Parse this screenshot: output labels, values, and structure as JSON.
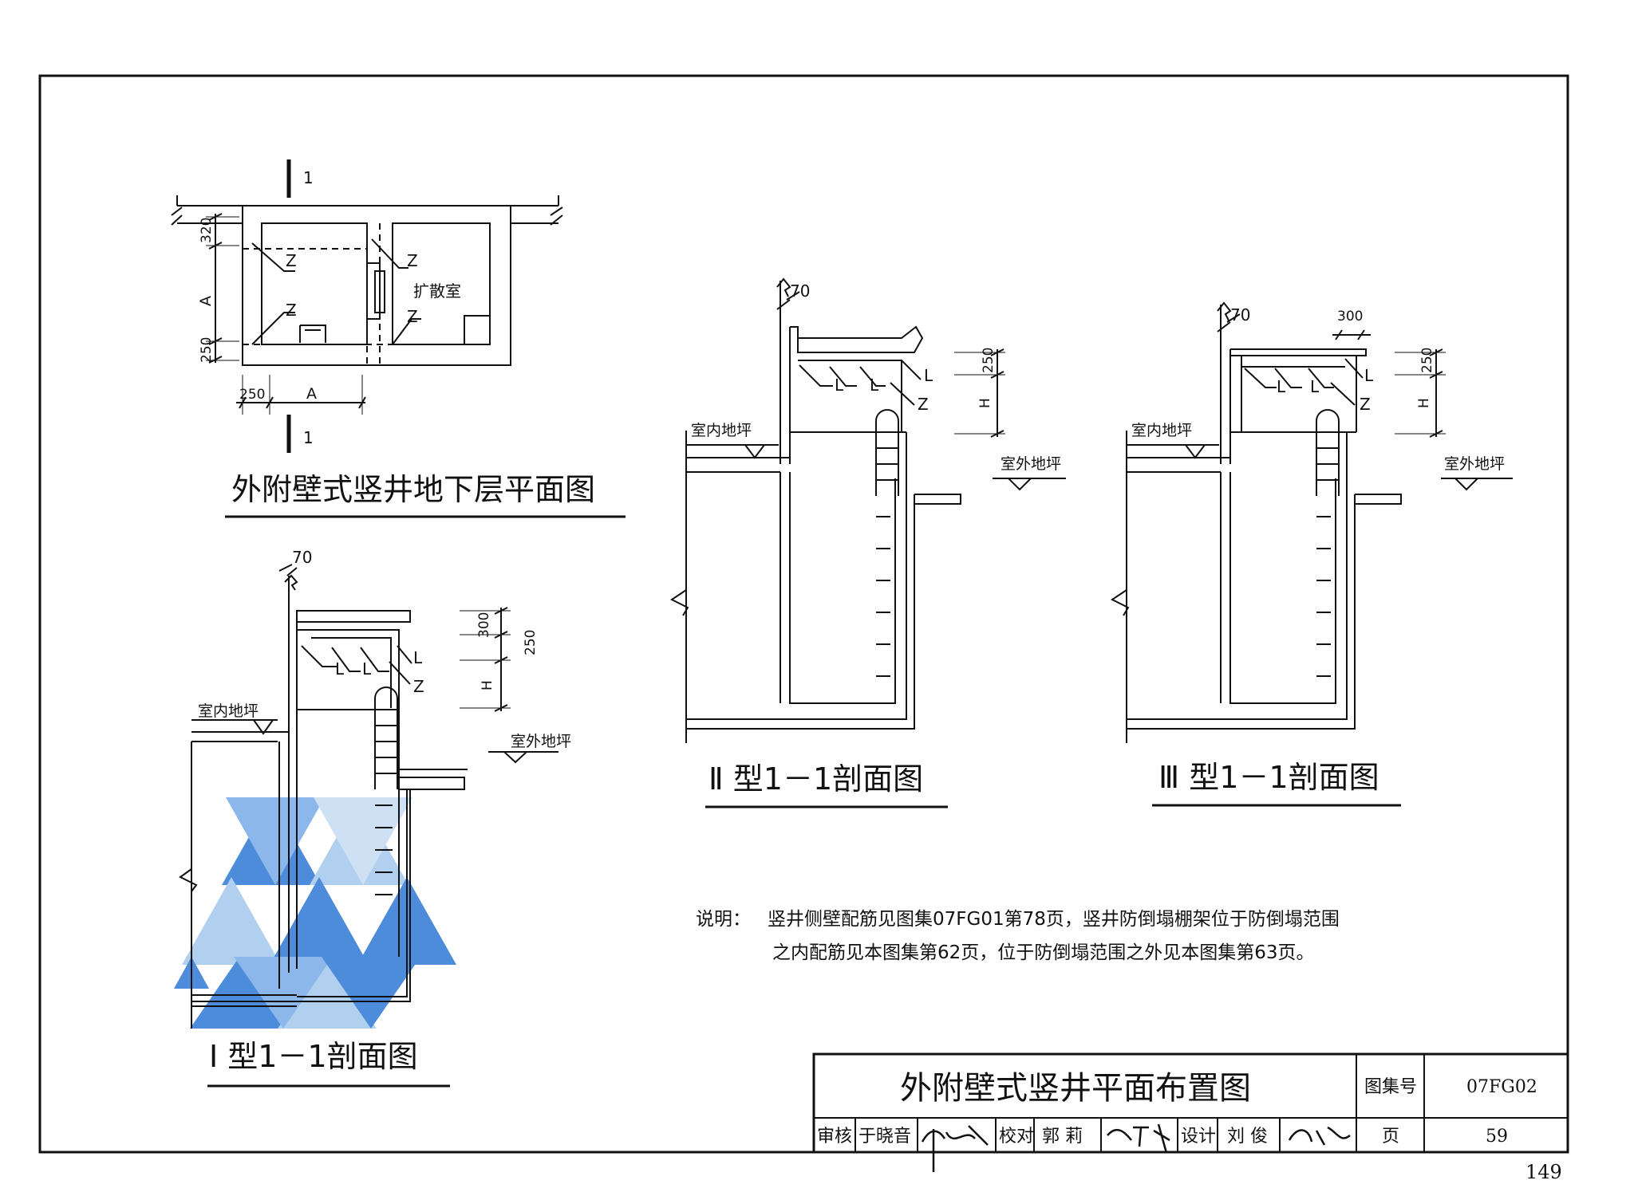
{
  "drawing": {
    "title": "外附壁式竖井平面布置图",
    "atlas_label": "图集号",
    "atlas_number": "07FG02",
    "page_label": "页",
    "page_number": "59",
    "sheet_number": "149",
    "review_label": "审核",
    "reviewer": "于晓音",
    "check_label": "校对",
    "checker": "郭 莉",
    "design_label": "设计",
    "designer": "刘 俊"
  },
  "views": {
    "plan": {
      "caption": "外附壁式竖井地下层平面图",
      "section_mark": "1",
      "room_label": "扩散室",
      "dims": {
        "d320": "320",
        "dA": "A",
        "d250": "250"
      },
      "rebar_z": "Z"
    },
    "type1": {
      "caption": "Ⅰ 型1－1剖面图"
    },
    "type2": {
      "caption": "Ⅱ 型1－1剖面图"
    },
    "type3": {
      "caption": "Ⅲ 型1－1剖面图"
    },
    "labels": {
      "indoor": "室内地坪",
      "outdoor": "室外地坪",
      "d70": "70",
      "d300": "300",
      "d250": "250",
      "dH": "H",
      "rebar_L": "L",
      "rebar_Z": "Z"
    }
  },
  "notes": {
    "prefix": "说明：",
    "line1": "竖井侧壁配筋见图集07FG01第78页，竖井防倒塌棚架位于防倒塌范围",
    "line2": "之内配筋见本图集第62页，位于防倒塌范围之外见本图集第63页。"
  },
  "colors": {
    "line": "#111111",
    "watermark": "#3a7fd8",
    "watermark_light": "#a9cbee"
  }
}
